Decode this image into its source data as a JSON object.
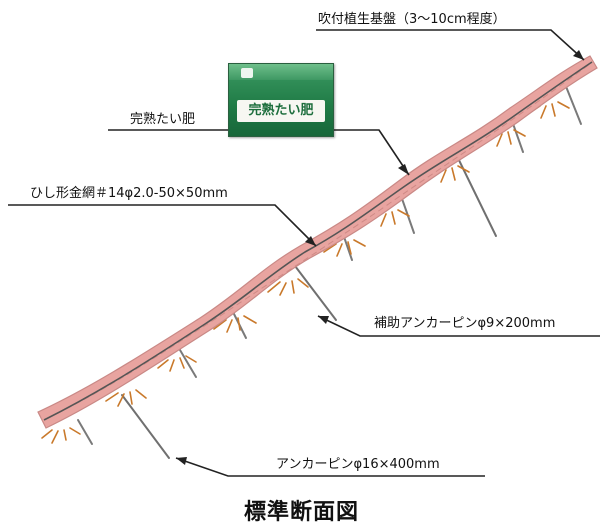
{
  "labels": {
    "spray_base": "吹付植生基盤（3〜10cm程度）",
    "compost": "完熟たい肥",
    "wire_mesh": "ひし形金網＃14φ2.0-50×50mm",
    "aux_pin": "補助アンカーピンφ9×200mm",
    "anchor_pin": "アンカーピンφ16×400mm"
  },
  "bag": {
    "text": "完熟たい肥"
  },
  "caption": "標準断面図",
  "colors": {
    "base_fill": "#e8a4a0",
    "base_edge": "#c98986",
    "root": "#c9792b",
    "mesh": "#4d4d4d",
    "pin": "#6e6e6e",
    "bag_green": "#1f7a45"
  }
}
